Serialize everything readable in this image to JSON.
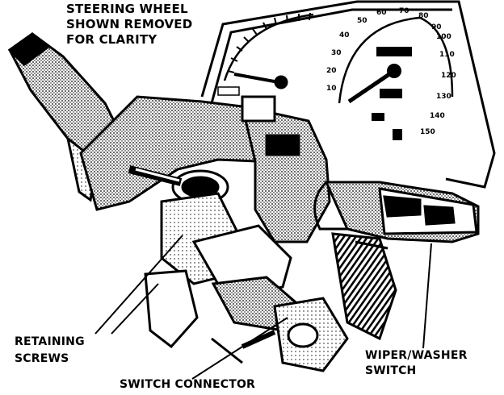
{
  "note": {
    "line1": "STEERING WHEEL",
    "line2": "SHOWN REMOVED",
    "line3": "FOR CLARITY"
  },
  "callouts": {
    "retaining_screws": {
      "line1": "RETAINING",
      "line2": "SCREWS"
    },
    "switch_connector": "SWITCH CONNECTOR",
    "wiper_washer_switch": {
      "line1": "WIPER/WASHER",
      "line2": "SWITCH"
    }
  },
  "speedometer": {
    "ticks": [
      "10",
      "20",
      "30",
      "40",
      "50",
      "60",
      "70",
      "80",
      "90",
      "100",
      "110",
      "120",
      "130",
      "140",
      "150"
    ]
  },
  "colors": {
    "ink": "#000000",
    "paper": "#ffffff"
  }
}
